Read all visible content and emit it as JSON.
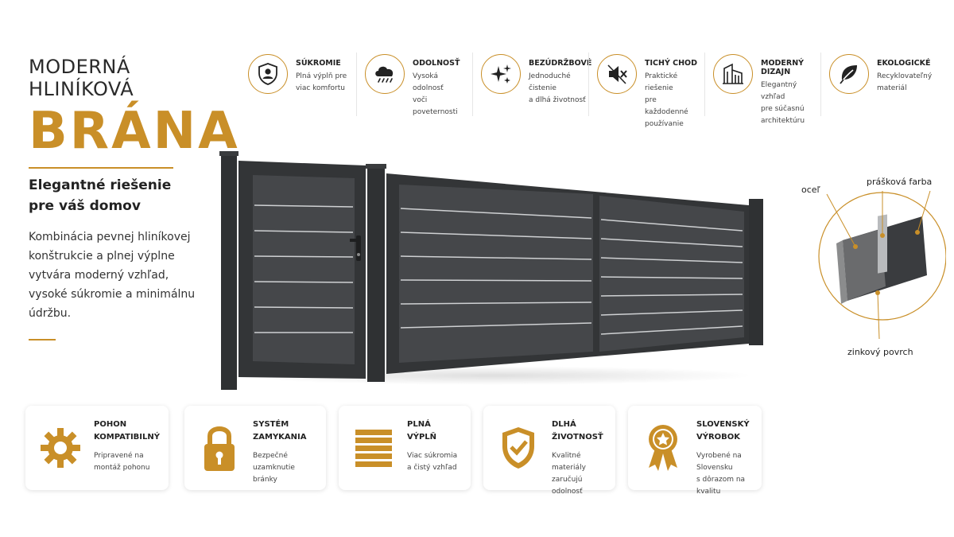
{
  "hero": {
    "subtitle": "MODERNÁ HLINÍKOVÁ",
    "title": "BRÁNA",
    "tagline_line1": "Elegantné riešenie",
    "tagline_line2": "pre váš domov",
    "description": "Kombinácia pevnej hliníkovej konštrukcie a plnej výplne vytvára moderný vzhľad, vysoké súkromie a minimálnu údržbu."
  },
  "features": [
    {
      "icon": "shield-person-icon",
      "title": "SÚKROMIE",
      "lines": [
        "Plná výplň pre",
        "viac komfortu"
      ]
    },
    {
      "icon": "rain-cloud-icon",
      "title": "ODOLNOSŤ",
      "lines": [
        "Vysoká odolnosť",
        "voči poveternosti"
      ]
    },
    {
      "icon": "sparkle-icon",
      "title": "BEZÚDRŽBOVÉ",
      "lines": [
        "Jednoduché čistenie",
        "a dlhá životnosť"
      ]
    },
    {
      "icon": "mute-speaker-icon",
      "title": "TICHÝ CHOD",
      "lines": [
        "Praktické riešenie",
        "pre každodenné",
        "používanie"
      ]
    },
    {
      "icon": "building-icon",
      "title": "MODERNÝ DIZAJN",
      "lines": [
        "Elegantný vzhľad",
        "pre súčasnú",
        "architektúru"
      ]
    },
    {
      "icon": "leaf-icon",
      "title": "EKOLOGICKÉ",
      "lines": [
        "Recyklovateľný",
        "materiál"
      ]
    }
  ],
  "cross_section": {
    "label_steel": "oceľ",
    "label_powder": "prášková farba",
    "label_zinc": "zinkový povrch"
  },
  "cards": [
    {
      "icon": "gear-icon",
      "title_lines": [
        "POHON",
        "KOMPATIBILNÝ"
      ],
      "desc_lines": [
        "Pripravené na",
        "montáž pohonu"
      ]
    },
    {
      "icon": "padlock-icon",
      "title_lines": [
        "SYSTÉM",
        "ZAMYKANIA"
      ],
      "desc_lines": [
        "Bezpečné",
        "uzamknutie bránky"
      ]
    },
    {
      "icon": "stripes-icon",
      "title_lines": [
        "PLNÁ VÝPLŇ"
      ],
      "desc_lines": [
        "Viac súkromia",
        "a čistý vzhľad"
      ]
    },
    {
      "icon": "shield-check-icon",
      "title_lines": [
        "DLHÁ",
        "ŽIVOTNOSŤ"
      ],
      "desc_lines": [
        "Kvalitné materiály",
        "zaručujú odolnosť"
      ]
    },
    {
      "icon": "medal-star-icon",
      "title_lines": [
        "SLOVENSKÝ",
        "VÝROBOK"
      ],
      "desc_lines": [
        "Vyrobené na Slovensku",
        "s dôrazom na kvalitu"
      ]
    }
  ],
  "colors": {
    "accent": "#c98f28",
    "gate": "#3e4043",
    "frame": "#2f3133"
  }
}
